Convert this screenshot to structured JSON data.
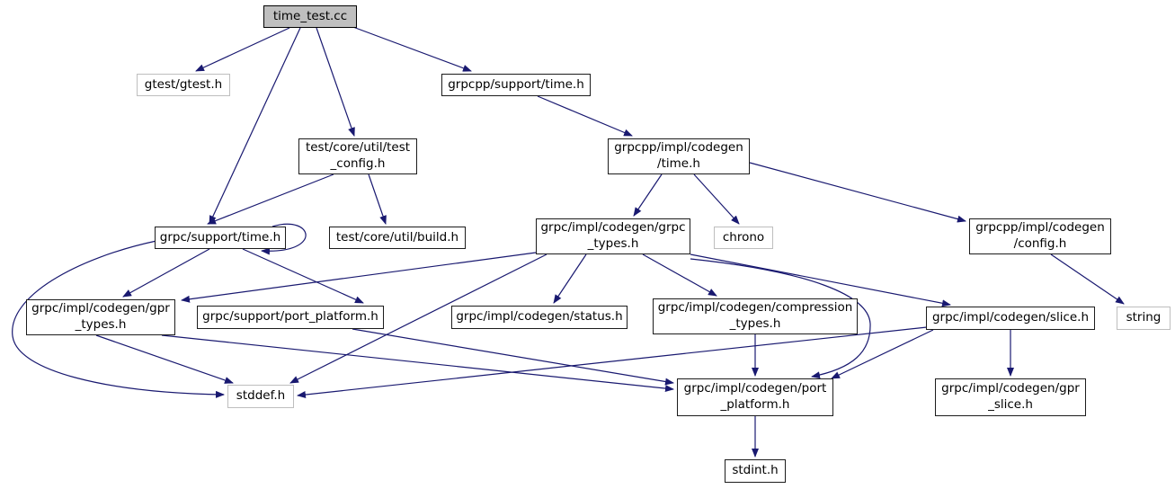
{
  "colors": {
    "background": "#ffffff",
    "edge": "#191970",
    "internal_border": "#1c1c1c",
    "external_border": "#bebebe",
    "main_fill": "#bfbfbf",
    "node_fill": "#ffffff",
    "text": "#000000"
  },
  "nodes": [
    {
      "id": "time_test_cc",
      "label": "time_test.cc",
      "type": "main"
    },
    {
      "id": "gtest",
      "label": "gtest/gtest.h",
      "type": "external"
    },
    {
      "id": "grpcpp_support_time",
      "label": "grpcpp/support/time.h",
      "type": "internal"
    },
    {
      "id": "test_config",
      "label": "test/core/util/test\n_config.h",
      "type": "internal"
    },
    {
      "id": "grpcpp_codegen_time",
      "label": "grpcpp/impl/codegen\n/time.h",
      "type": "internal"
    },
    {
      "id": "grpc_support_time",
      "label": "grpc/support/time.h",
      "type": "internal"
    },
    {
      "id": "build",
      "label": "test/core/util/build.h",
      "type": "internal"
    },
    {
      "id": "grpc_types",
      "label": "grpc/impl/codegen/grpc\n_types.h",
      "type": "internal"
    },
    {
      "id": "chrono",
      "label": "chrono",
      "type": "external"
    },
    {
      "id": "config",
      "label": "grpcpp/impl/codegen\n/config.h",
      "type": "internal"
    },
    {
      "id": "gpr_types",
      "label": "grpc/impl/codegen/gpr\n_types.h",
      "type": "internal"
    },
    {
      "id": "support_port_platform",
      "label": "grpc/support/port_platform.h",
      "type": "internal"
    },
    {
      "id": "status",
      "label": "grpc/impl/codegen/status.h",
      "type": "internal"
    },
    {
      "id": "compression_types",
      "label": "grpc/impl/codegen/compression\n_types.h",
      "type": "internal"
    },
    {
      "id": "slice",
      "label": "grpc/impl/codegen/slice.h",
      "type": "internal"
    },
    {
      "id": "string",
      "label": "string",
      "type": "external"
    },
    {
      "id": "stddef",
      "label": "stddef.h",
      "type": "external"
    },
    {
      "id": "codegen_port_platform",
      "label": "grpc/impl/codegen/port\n_platform.h",
      "type": "internal"
    },
    {
      "id": "gpr_slice",
      "label": "grpc/impl/codegen/gpr\n_slice.h",
      "type": "internal"
    },
    {
      "id": "stdint",
      "label": "stdint.h",
      "type": "internal"
    }
  ],
  "edges": [
    {
      "from": "time_test_cc",
      "to": "gtest"
    },
    {
      "from": "time_test_cc",
      "to": "grpc_support_time"
    },
    {
      "from": "time_test_cc",
      "to": "test_config"
    },
    {
      "from": "time_test_cc",
      "to": "grpcpp_support_time"
    },
    {
      "from": "grpcpp_support_time",
      "to": "grpcpp_codegen_time"
    },
    {
      "from": "test_config",
      "to": "grpc_support_time"
    },
    {
      "from": "test_config",
      "to": "build"
    },
    {
      "from": "grpcpp_codegen_time",
      "to": "grpc_types"
    },
    {
      "from": "grpcpp_codegen_time",
      "to": "chrono"
    },
    {
      "from": "grpcpp_codegen_time",
      "to": "config"
    },
    {
      "from": "config",
      "to": "string"
    },
    {
      "from": "grpc_support_time",
      "to": "grpc_support_time"
    },
    {
      "from": "grpc_support_time",
      "to": "gpr_types"
    },
    {
      "from": "grpc_support_time",
      "to": "support_port_platform"
    },
    {
      "from": "grpc_support_time",
      "to": "stddef"
    },
    {
      "from": "grpc_types",
      "to": "gpr_types"
    },
    {
      "from": "grpc_types",
      "to": "status"
    },
    {
      "from": "grpc_types",
      "to": "compression_types"
    },
    {
      "from": "grpc_types",
      "to": "slice"
    },
    {
      "from": "grpc_types",
      "to": "codegen_port_platform"
    },
    {
      "from": "grpc_types",
      "to": "stddef"
    },
    {
      "from": "gpr_types",
      "to": "codegen_port_platform"
    },
    {
      "from": "gpr_types",
      "to": "stddef"
    },
    {
      "from": "support_port_platform",
      "to": "codegen_port_platform"
    },
    {
      "from": "compression_types",
      "to": "codegen_port_platform"
    },
    {
      "from": "slice",
      "to": "codegen_port_platform"
    },
    {
      "from": "slice",
      "to": "gpr_slice"
    },
    {
      "from": "slice",
      "to": "stddef"
    },
    {
      "from": "codegen_port_platform",
      "to": "stdint"
    }
  ]
}
